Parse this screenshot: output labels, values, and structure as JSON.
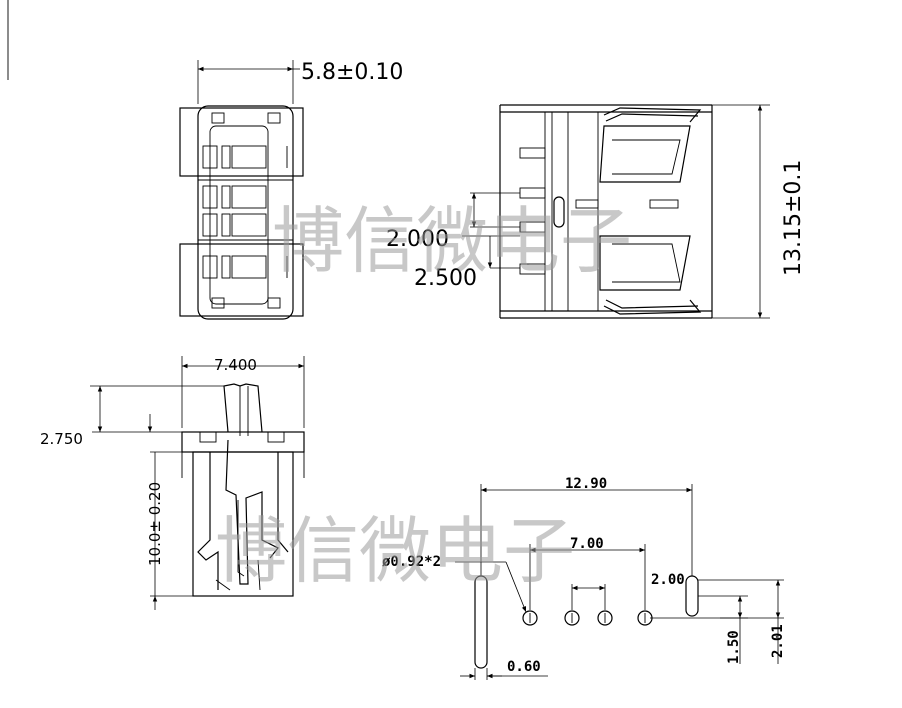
{
  "watermark": {
    "top": "博信微电子",
    "bottom": "博信微电子"
  },
  "dimensions": {
    "width_tol": "5.8±0.10",
    "height_tol": "13.15±0.1",
    "pitch_a": "2.000",
    "pitch_b": "2.500",
    "side_width": "7.400",
    "side_offset": "2.750",
    "side_height_tol": "10.0± 0.20",
    "pcb_total": "12.90",
    "pcb_pin_span": "7.00",
    "pcb_hole": "ø0.92*2",
    "pcb_pad_offset": "2.00",
    "pcb_slot_width": "0.60",
    "pcb_row_a": "1.50",
    "pcb_row_b": "2.01"
  }
}
